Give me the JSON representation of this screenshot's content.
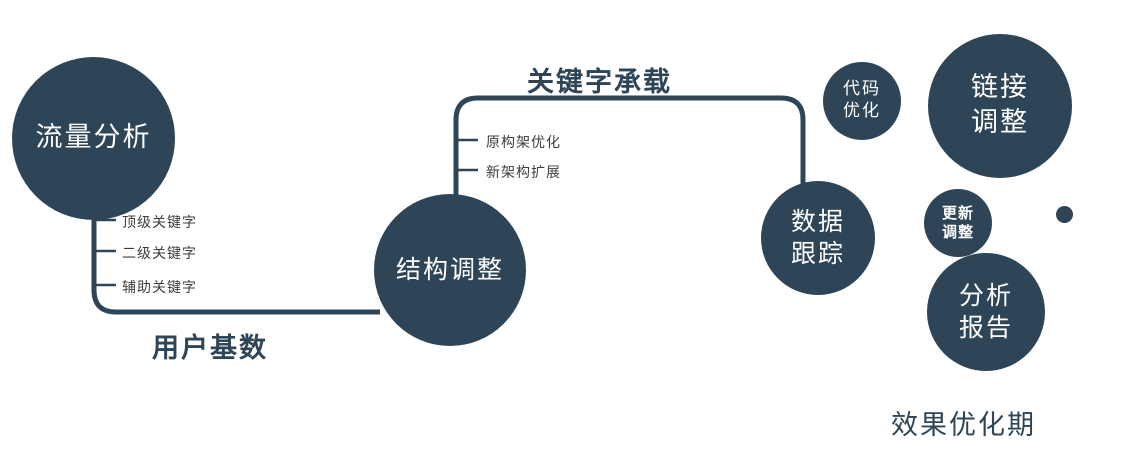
{
  "colors": {
    "primary": "#2e4557",
    "node_text": "#ffffff",
    "branch_label": "#3d3d3d",
    "background": "#ffffff"
  },
  "nodes": {
    "traffic_analysis": {
      "label": "流量分析"
    },
    "structure_adjustment": {
      "label": "结构调整"
    },
    "data_tracking": {
      "line1": "数据",
      "line2": "跟踪"
    },
    "code_optimization": {
      "line1": "代码",
      "line2": "优化"
    },
    "link_adjustment": {
      "line1": "链接",
      "line2": "调整"
    },
    "update_adjustment": {
      "line1": "更新",
      "line2": "调整"
    },
    "analysis_report": {
      "line1": "分析",
      "line2": "报告"
    }
  },
  "edge_labels": {
    "user_base": "用户基数",
    "keyword_carrying": "关键字承载"
  },
  "branch_labels": {
    "top_keyword": "顶级关键字",
    "secondary_keyword": "二级关键字",
    "auxiliary_keyword": "辅助关键字",
    "original_structure_optimization": "原构架优化",
    "new_structure_expansion": "新架构扩展"
  },
  "caption": "效果优化期"
}
